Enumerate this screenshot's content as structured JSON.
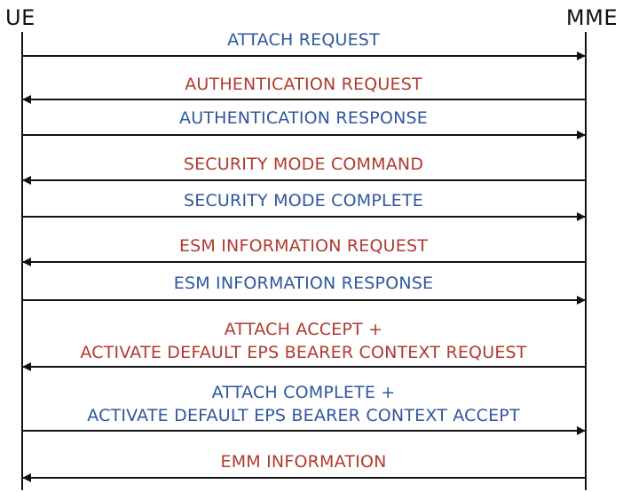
{
  "actors": {
    "left": "UE",
    "right": "MME"
  },
  "colors": {
    "to_mme": "#2f56a0",
    "to_ue": "#b03a2e",
    "line": "#111111"
  },
  "messages": [
    {
      "lines": [
        "ATTACH REQUEST"
      ],
      "direction": "to-mme"
    },
    {
      "lines": [
        "AUTHENTICATION REQUEST"
      ],
      "direction": "to-ue"
    },
    {
      "lines": [
        "AUTHENTICATION RESPONSE"
      ],
      "direction": "to-mme"
    },
    {
      "lines": [
        "SECURITY MODE COMMAND"
      ],
      "direction": "to-ue"
    },
    {
      "lines": [
        "SECURITY MODE COMPLETE"
      ],
      "direction": "to-mme"
    },
    {
      "lines": [
        "ESM INFORMATION REQUEST"
      ],
      "direction": "to-ue"
    },
    {
      "lines": [
        "ESM INFORMATION RESPONSE"
      ],
      "direction": "to-mme"
    },
    {
      "lines": [
        "ATTACH ACCEPT +",
        "ACTIVATE DEFAULT EPS BEARER CONTEXT REQUEST"
      ],
      "direction": "to-ue"
    },
    {
      "lines": [
        "ATTACH COMPLETE +",
        "ACTIVATE DEFAULT EPS BEARER CONTEXT ACCEPT"
      ],
      "direction": "to-mme"
    },
    {
      "lines": [
        "EMM INFORMATION"
      ],
      "direction": "to-ue"
    }
  ]
}
